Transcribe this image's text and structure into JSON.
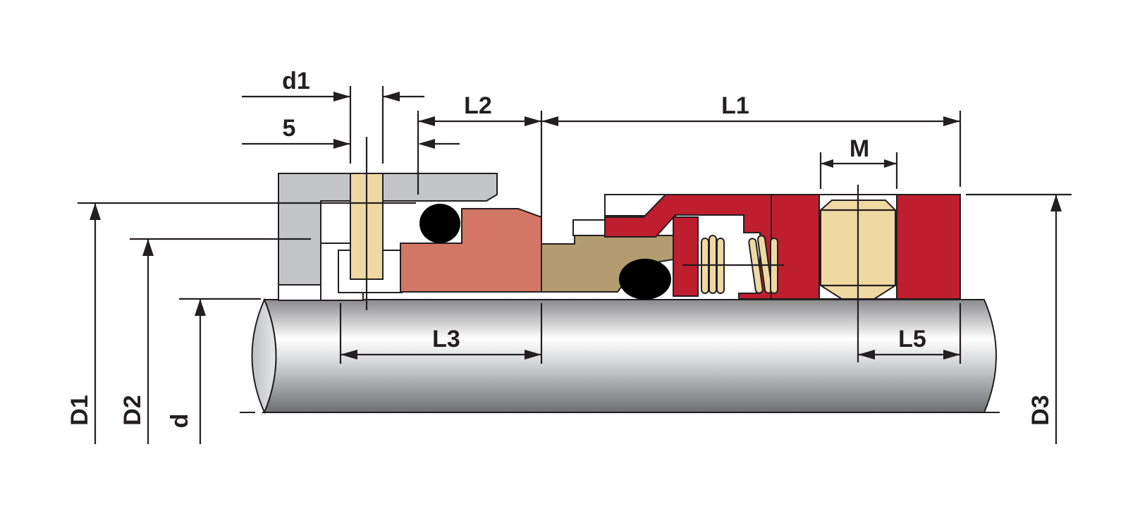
{
  "diagram": {
    "labels": {
      "d1": "d1",
      "five": "5",
      "l2": "L2",
      "l1": "L1",
      "m": "M",
      "l3": "L3",
      "l5": "L5",
      "big_d1": "D1",
      "big_d2": "D2",
      "small_d": "d",
      "big_d3": "D3"
    },
    "colors": {
      "seat": "#c4c5c7",
      "pin": "#efd9a3",
      "oring": "#000000",
      "seal_face": "#d37666",
      "sleeve": "#b39c6f",
      "retainer": "#bf1e2e",
      "spring": "#efd9a3",
      "set_screw": "#efd9a3",
      "dimension": "#231f20"
    }
  }
}
